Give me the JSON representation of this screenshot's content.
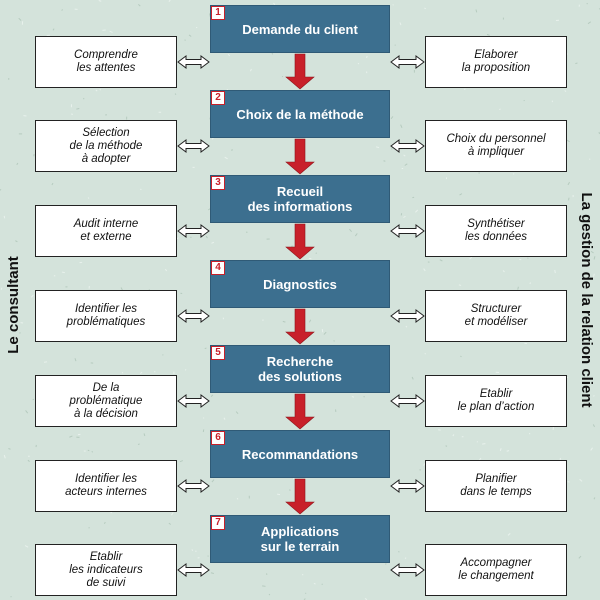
{
  "steps": [
    {
      "number": "1",
      "label": "Demande du client"
    },
    {
      "number": "2",
      "label": "Choix de la méthode"
    },
    {
      "number": "3",
      "label": "Recueil\ndes informations"
    },
    {
      "number": "4",
      "label": "Diagnostics"
    },
    {
      "number": "5",
      "label": "Recherche\ndes solutions"
    },
    {
      "number": "6",
      "label": "Recommandations"
    },
    {
      "number": "7",
      "label": "Applications\nsur le terrain"
    }
  ],
  "consultant_boxes": [
    "Comprendre\nles attentes",
    "Sélection\nde la méthode\nà adopter",
    "Audit interne\net externe",
    "Identifier les\nproblématiques",
    "De la\nproblématique\nà la décision",
    "Identifier les\nacteurs internes",
    "Etablir\nles indicateurs\nde suivi"
  ],
  "relation_boxes": [
    "Elaborer\nla proposition",
    "Choix du personnel\nà impliquer",
    "Synthétiser\nles données",
    "Structurer\net modéliser",
    "Etablir\nle plan d’action",
    "Planifier\ndans le temps",
    "Accompagner\nle changement"
  ],
  "side_labels": {
    "left": "Le consultant",
    "right": "La gestion de la relation client"
  },
  "colors": {
    "background": "#d4e3db",
    "step_fill": "#3c6f8f",
    "arrow_red": "#c8202a",
    "box_fill": "#ffffff"
  }
}
